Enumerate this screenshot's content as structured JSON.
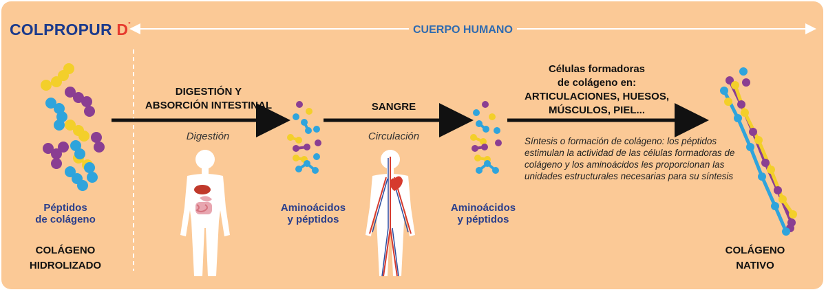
{
  "brand": {
    "name": "COLPROPUR",
    "suffix": "D",
    "mark": "°"
  },
  "header": {
    "title": "CUERPO HUMANO"
  },
  "stages": {
    "start": {
      "caption_line1": "Péptidos",
      "caption_line2": "de colágeno",
      "label_line1": "COLÁGENO",
      "label_line2": "HIDROLIZADO"
    },
    "step1": {
      "title_line1": "DIGESTIÓN Y",
      "title_line2": "ABSORCIÓN INTESTINAL",
      "subtitle": "Digestión",
      "icon": "digestive-system-icon"
    },
    "mid1": {
      "caption_line1": "Aminoácidos",
      "caption_line2": "y péptidos"
    },
    "step2": {
      "title": "SANGRE",
      "subtitle": "Circulación",
      "icon": "circulatory-system-icon"
    },
    "mid2": {
      "caption_line1": "Aminoácidos",
      "caption_line2": "y péptidos"
    },
    "step3": {
      "title_line1": "Células formadoras",
      "title_line2": "de colágeno en:",
      "title_line3": "ARTICULACIONES, HUESOS,",
      "title_line4": "MÚSCULOS, PIEL...",
      "description": "Síntesis o formación de colágeno: los péptidos estimulan la actividad de las células formadoras de colágeno y los aminoácidos les proporcionan las unidades estructurales necesarias para su síntesis"
    },
    "end": {
      "label_line1": "COLÁGENO",
      "label_line2": "NATIVO"
    }
  },
  "colors": {
    "background": "#fbc996",
    "brand": "#1b3a8c",
    "accent": "#e63a2e",
    "header": "#2f6bb0",
    "caption": "#2b3f8c",
    "molecule_yellow": "#f3cf2a",
    "molecule_blue": "#2fa4dc",
    "molecule_purple": "#8a3e92"
  }
}
